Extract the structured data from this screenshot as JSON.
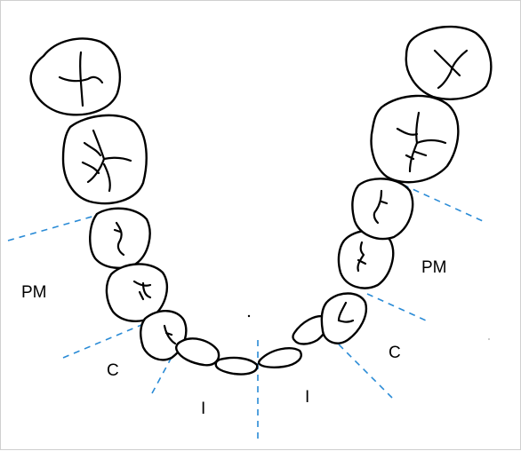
{
  "labels": {
    "left_premolar": "PM",
    "right_premolar": "PM",
    "left_canine": "C",
    "right_canine": "C",
    "left_incisor": "I",
    "right_incisor": "I"
  },
  "colors": {
    "divider": "#2a8bd6",
    "outline": "#000000",
    "background": "#ffffff"
  }
}
